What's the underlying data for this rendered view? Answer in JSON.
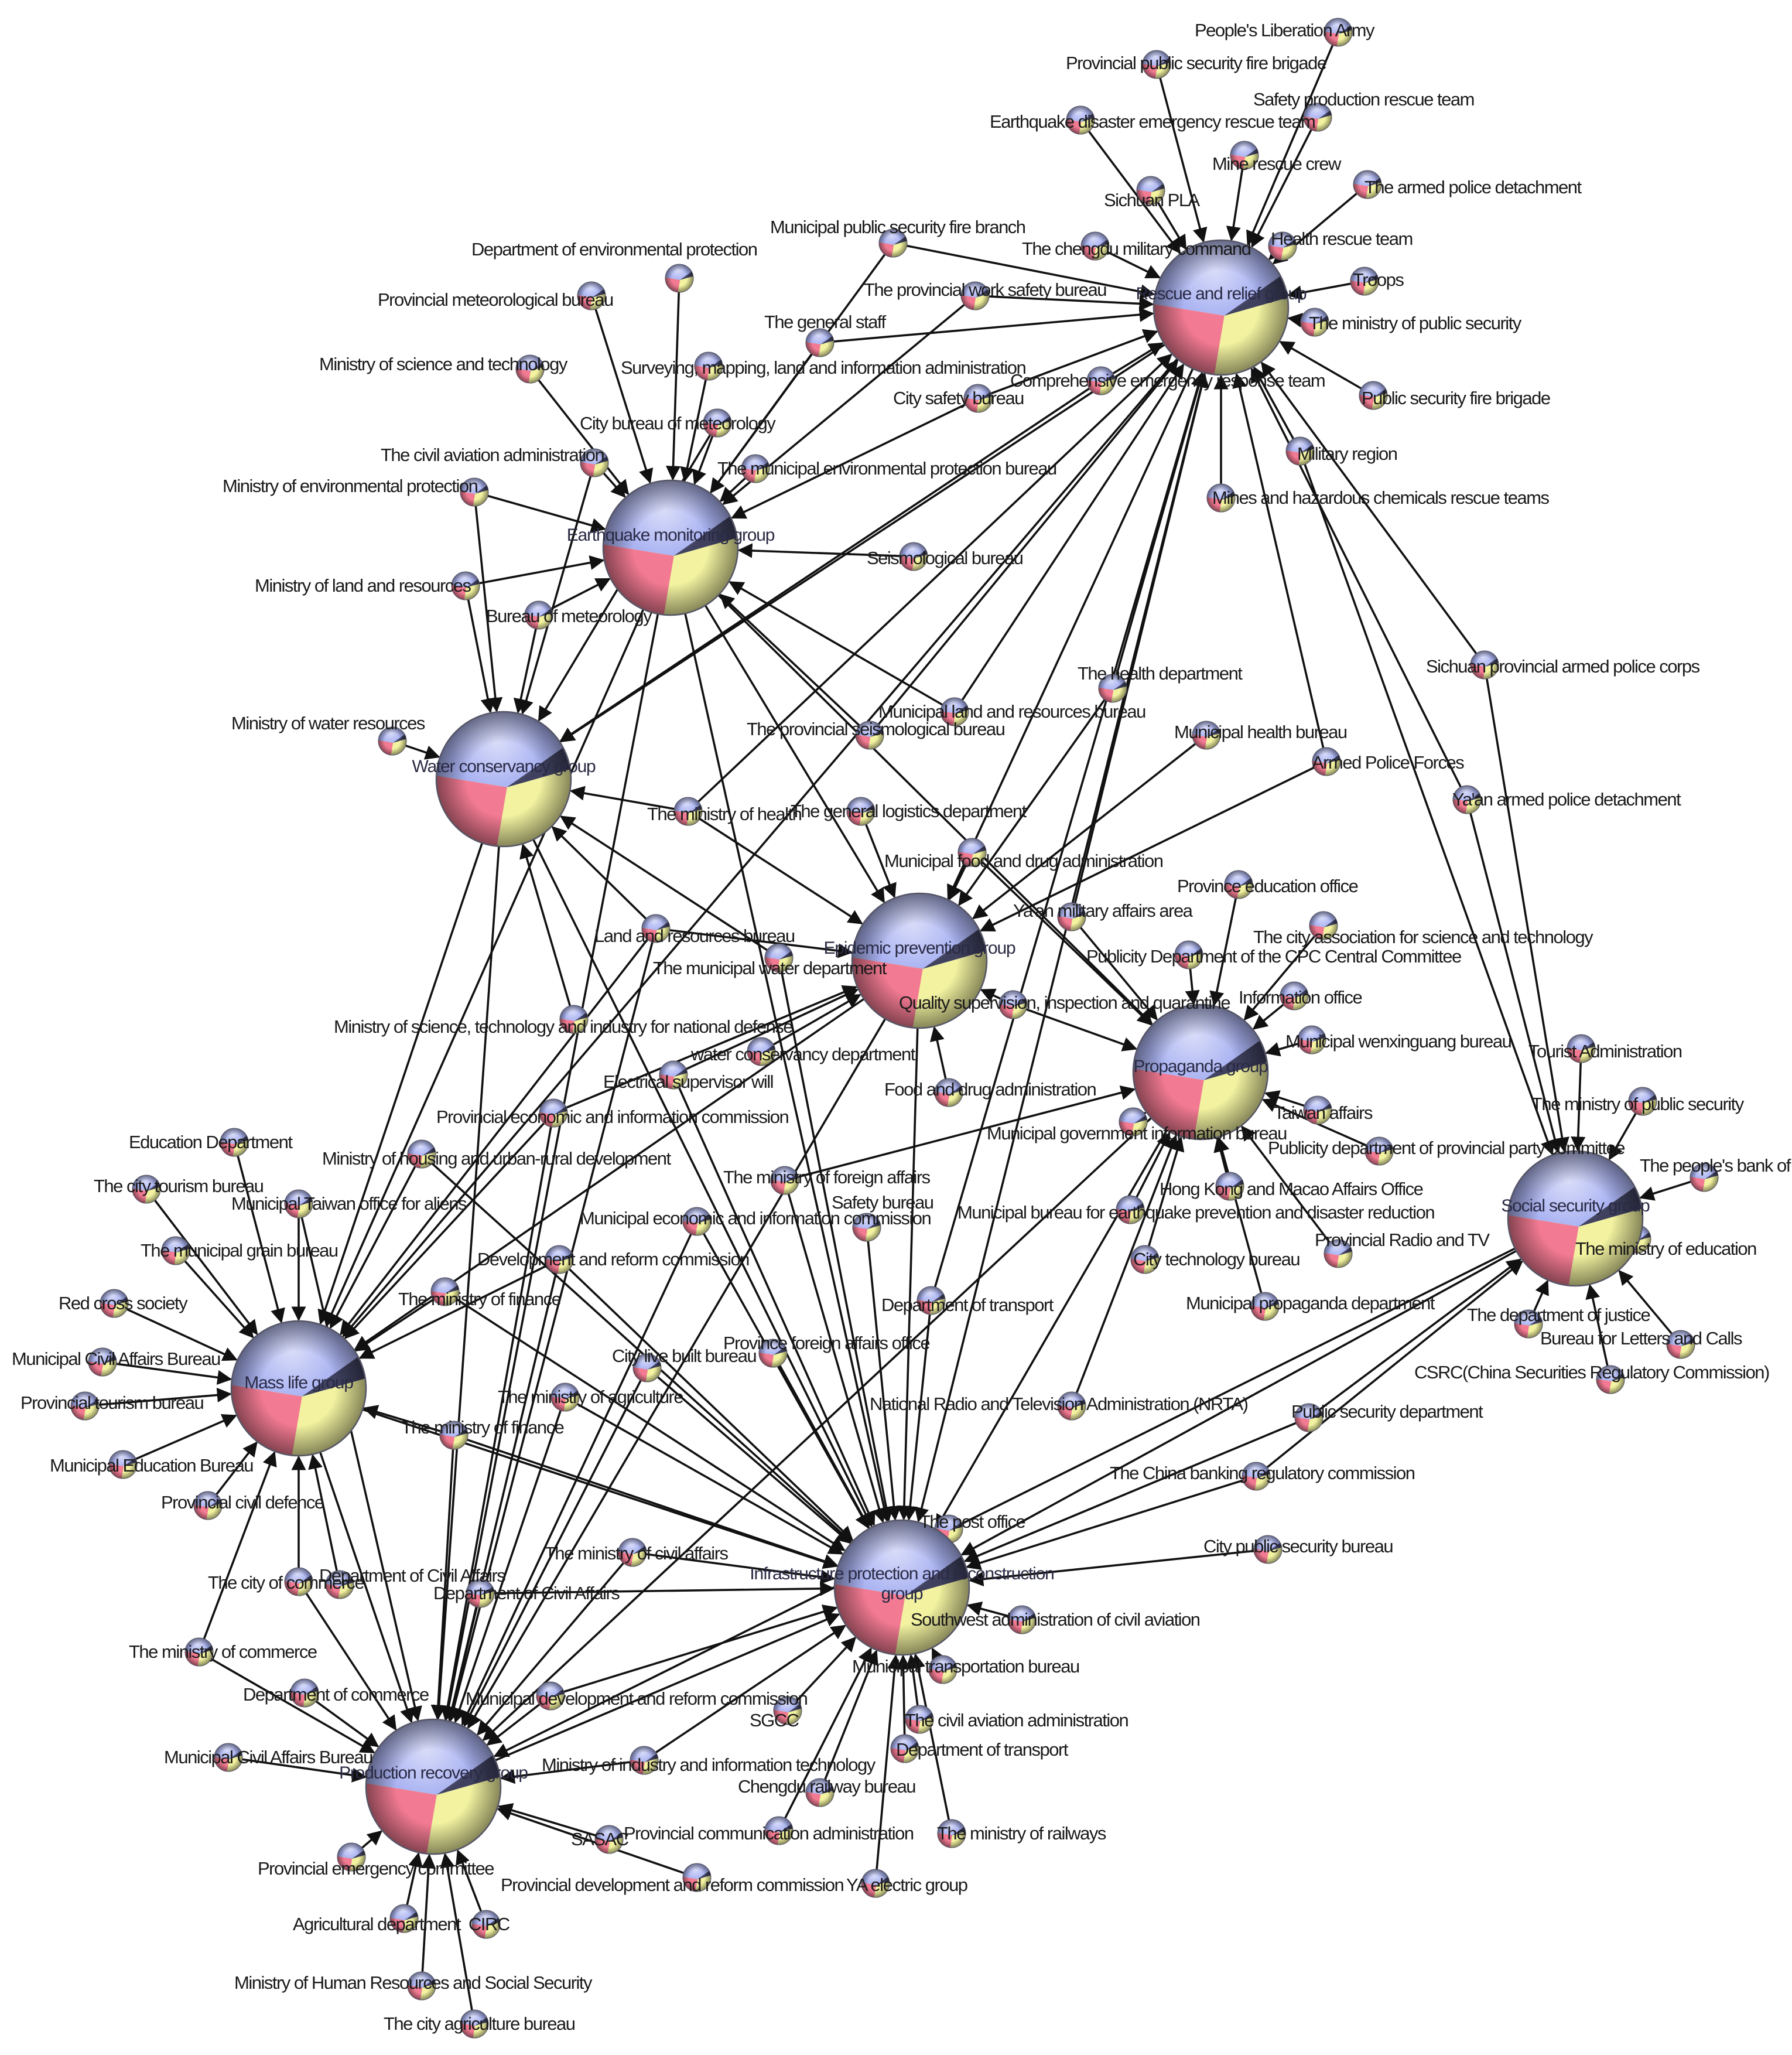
{
  "colors": {
    "sphere_top": "#aab3f2",
    "sphere_left": "#f27a92",
    "sphere_right": "#f2f2a0",
    "sphere_shadow": "#1b1b2e",
    "edge": "#111111"
  },
  "hubs": {
    "rescue": "Rescue and relief group",
    "quake": "Earthquake monitoring group",
    "water": "Water conservancy group",
    "epidemic": "Epidemic prevention group",
    "propaganda": "Propaganda group",
    "social": "Social security group",
    "mass": "Mass life group",
    "infra": "Infrastructure protection and reconstruction group",
    "production": "Production recovery group"
  },
  "nodes": {
    "n_pla": "People's Liberation Army",
    "n_pfire": "Provincial public security fire brigade",
    "n_safety_rescue": "Safety production rescue team",
    "n_eq_rescue": "Earthquake disaster emergency rescue team",
    "n_mine_rescue": "Mine rescue crew",
    "n_armed_det": "The armed police detachment",
    "n_sichuan_pla": "Sichuan PLA",
    "n_mun_fire": "Municipal public security fire branch",
    "n_chengdu_mil": "The chengdu military command",
    "n_health_rescue": "Health rescue team",
    "n_dept_env": "Department of environmental protection",
    "n_troops": "Troops",
    "n_prov_work": "The provincial work safety bureau",
    "n_mps": "The ministry of public security",
    "n_prov_meteo": "Provincial meteorological bureau",
    "n_gen_staff": "The general staff",
    "n_min_sci": "Ministry of science and technology",
    "n_survey": "Surveying, mapping, land and information administration",
    "n_comp_emerg": "Comprehensive emergency response team",
    "n_city_safety": "City safety bureau",
    "n_psfb": "Public security fire brigade",
    "n_city_meteo": "City bureau of meteorology",
    "n_civil_av": "The civil aviation administration",
    "n_military_region": "Military region",
    "n_mun_env": "The municipal environmental protection bureau",
    "n_min_env": "Ministry of environmental protection",
    "n_mines_haz": "Mines and hazardous chemicals rescue teams",
    "n_seismo": "Seismological bureau",
    "n_min_land": "Ministry of land and resources",
    "n_bur_meteo": "Bureau of meteorology",
    "n_sichuan_police": "Sichuan provincial armed police corps",
    "n_health_dept": "The health department",
    "n_mun_land": "Municipal land and resources bureau",
    "n_min_water": "Ministry of water resources",
    "n_prov_seismo": "The provincial seismological bureau",
    "n_mun_health": "Municipal health bureau",
    "n_armed_police": "Armed Police Forces",
    "n_yaan_police": "Ya'an armed police detachment",
    "n_min_health": "The ministry of health",
    "n_gen_logistics": "The general logistics department",
    "n_mun_food": "Municipal food and drug administration",
    "n_prov_edu": "Province education office",
    "n_yaan_mil": "Ya'an military affairs area",
    "n_land_res": "Land and resources bureau",
    "n_city_sci": "The city association for science and technology",
    "n_publicity_cpc": "Publicity Department of the CPC Central Committee",
    "n_mun_water": "The municipal water department",
    "n_quality": "Quality supervision, inspection and quarantine",
    "n_info_office": "Information office",
    "n_min_sci_ind": "Ministry of science, technology and industry for national defense",
    "n_mun_wen": "Municipal wenxinguang bureau",
    "n_tourist": "Tourist Administration",
    "n_water_dept": "water conservancy department",
    "n_elec": "Electrical supervisor will",
    "n_food_drug": "Food and drug administration",
    "n_mps2": "The ministry of public security",
    "n_prov_econ": "Provincial economic and information commission",
    "n_taiwan": "Taiwan affairs",
    "n_mun_gov_info": "Municipal government information bureau",
    "n_edu_dept": "Education Department",
    "n_prov_party": "Publicity department of provincial party committee",
    "n_min_housing": "Ministry of housing and urban-rural development",
    "n_city_tourism": "The city tourism bureau",
    "n_mun_taiwan": "Municipal Taiwan office for aliens",
    "n_min_foreign": "The ministry of foreign affairs",
    "n_peoples_bank": "The people's bank of China",
    "n_safety_bur": "Safety bureau",
    "n_hk_macao": "Hong Kong and Macao Affairs Office",
    "n_mun_econ": "Municipal economic and information commission",
    "n_mun_quake": "Municipal bureau for earthquake prevention and disaster reduction",
    "n_min_edu": "The ministry of education",
    "n_grain": "The municipal grain bureau",
    "n_prov_radio": "Provincial Radio and TV",
    "n_dev_reform": "Development and reform commission",
    "n_city_tech": "City technology bureau",
    "n_red_cross": "Red cross society",
    "n_min_finance": "The ministry of finance",
    "n_mun_prop": "Municipal propaganda department",
    "n_dept_transport": "Department of transport",
    "n_dept_justice": "The department of justice",
    "n_letters": "Bureau for Letters and Calls",
    "n_mun_civil": "Municipal Civil Affairs Bureau",
    "n_city_live": "City live built bureau",
    "n_prov_foreign": "Province foreign affairs office",
    "n_csrc": "CSRC(China Securities Regulatory Commission)",
    "n_prov_tourism": "Provincial tourism bureau",
    "n_min_agri": "The ministry of agriculture",
    "n_nrta": "National Radio and Television Administration (NRTA)",
    "n_ps_dept": "Public security department",
    "n_min_finance2": "The ministry of finance",
    "n_mun_edu": "Municipal Education Bureau",
    "n_cbrc": "The China banking regulatory commission",
    "n_prov_civil_def": "Provincial civil defence",
    "n_post": "The post office",
    "n_city_ps": "City public security bureau",
    "n_civil_aff_min": "The ministry of civil affairs",
    "n_city_commerce": "The city of commerce",
    "n_dept_civil1": "Department of Civil Affairs",
    "n_dept_civil2": "Department of Civil Affairs",
    "n_sw_aviation": "Southwest administration of civil aviation",
    "n_min_commerce": "The ministry of commerce",
    "n_mun_transport": "Municipal transportation bureau",
    "n_dept_commerce": "Department of commerce",
    "n_mun_dev": "Municipal development and reform commission",
    "n_civil_av2": "The civil aviation administration",
    "n_sgcc": "SGCC",
    "n_dept_transport2": "Department of transport",
    "n_mun_civil2": "Municipal Civil Affairs Bureau",
    "n_miit": "Ministry of industry and information technology",
    "n_chengdu_rail": "Chengdu railway bureau",
    "n_min_rail": "The ministry of railways",
    "n_sasac": "SASAC",
    "n_prov_comm": "Provincial communication administration",
    "n_prov_emerg": "Provincial emergency committee",
    "n_prov_dev": "Provincial development and reform commission",
    "n_ya_elec": "YA electric group",
    "n_agri_dept": "Agricultural department",
    "n_circ": "CIRC",
    "n_mohrss": "Ministry of Human Resources and Social Security",
    "n_city_agri": "The city agriculture bureau"
  }
}
